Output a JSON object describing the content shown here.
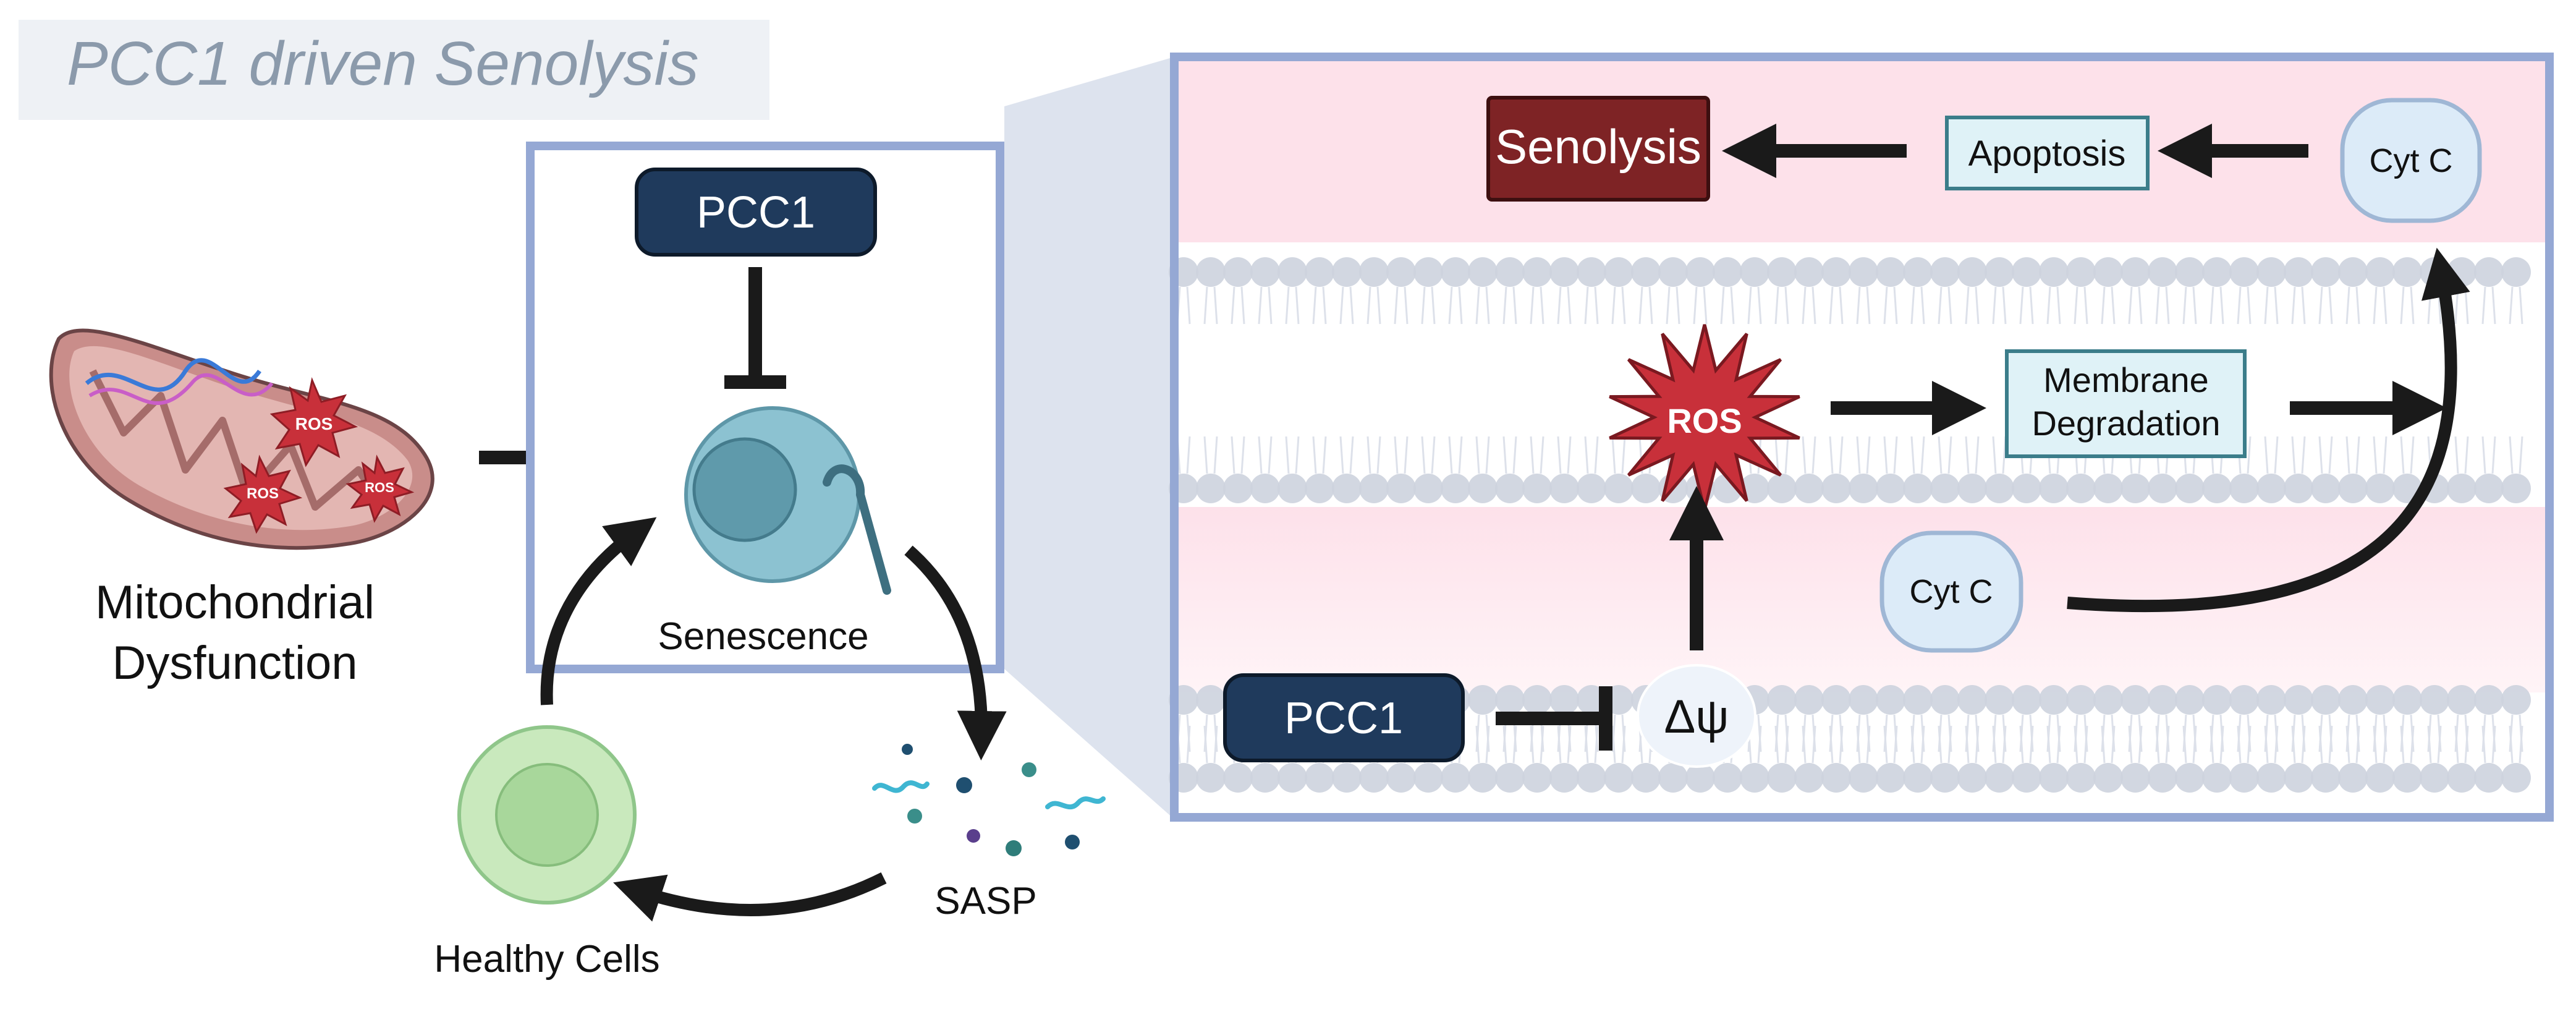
{
  "title": "PCC1 driven Senolysis",
  "left_panel": {
    "mito_label_line1": "Mitochondrial",
    "mito_label_line2": "Dysfunction",
    "mito_ros": [
      "ROS",
      "ROS",
      "ROS"
    ],
    "pcc1": "PCC1",
    "senescence": "Senescence",
    "sasp": "SASP",
    "healthy_cells": "Healthy Cells"
  },
  "right_panel": {
    "senolysis": "Senolysis",
    "apoptosis": "Apoptosis",
    "cyt_c_top": "Cyt C",
    "ros": "ROS",
    "membrane_line1": "Membrane",
    "membrane_line2": "Degradation",
    "cyt_c_mid": "Cyt C",
    "pcc1": "PCC1",
    "delta_psi": "Δψ"
  },
  "colors": {
    "navy": "#1f3a5c",
    "panel_border": "#95a8d4",
    "senolysis_red": "#7e2325",
    "ros_red": "#c8303a",
    "pink_bg": "#fde1ea",
    "light_blue_box": "#dff2f7",
    "cyt_c_fill": "#dcebf8",
    "senescent_cell": "#8cc2d1",
    "healthy_cell": "#c9e9bd",
    "arrow": "#1a1a1a"
  }
}
